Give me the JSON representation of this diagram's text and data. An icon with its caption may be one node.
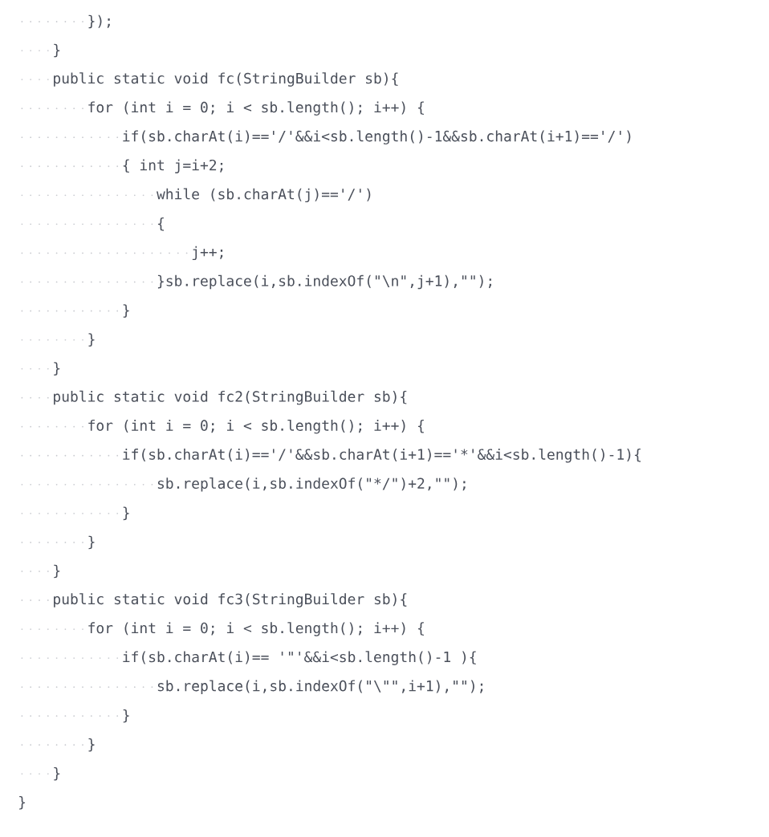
{
  "diagram": {
    "labels": [
      "});",
      "}",
      "public static void fc(StringBuilder sb){",
      "for (int i = 0; i < sb.length(); i++) {",
      "if(sb.charAt(i)=='/'&&i<sb.length()-1&&sb.charAt(i+1)=='/')",
      "{ int j=i+2;",
      "while (sb.charAt(j)=='/')",
      "{",
      "j++;",
      "}sb.replace(i,sb.indexOf(\"\\n\",j+1),\"\");",
      "}",
      "}",
      "}",
      "public static void fc2(StringBuilder sb){",
      "for (int i = 0; i < sb.length(); i++) {",
      "if(sb.charAt(i)=='/'&&sb.charAt(i+1)=='*'&&i<sb.length()-1){",
      "sb.replace(i,sb.indexOf(\"*/\")+2,\"\");",
      "}",
      "}",
      "}",
      "public static void fc3(StringBuilder sb){",
      "for (int i = 0; i < sb.length(); i++) {",
      "if(sb.charAt(i)== '\"'&&i<sb.length()-1 ){",
      "sb.replace(i,sb.indexOf(\"\\\"\",i+1),\"\");",
      "}",
      "}",
      "}",
      "}"
    ]
  }
}
